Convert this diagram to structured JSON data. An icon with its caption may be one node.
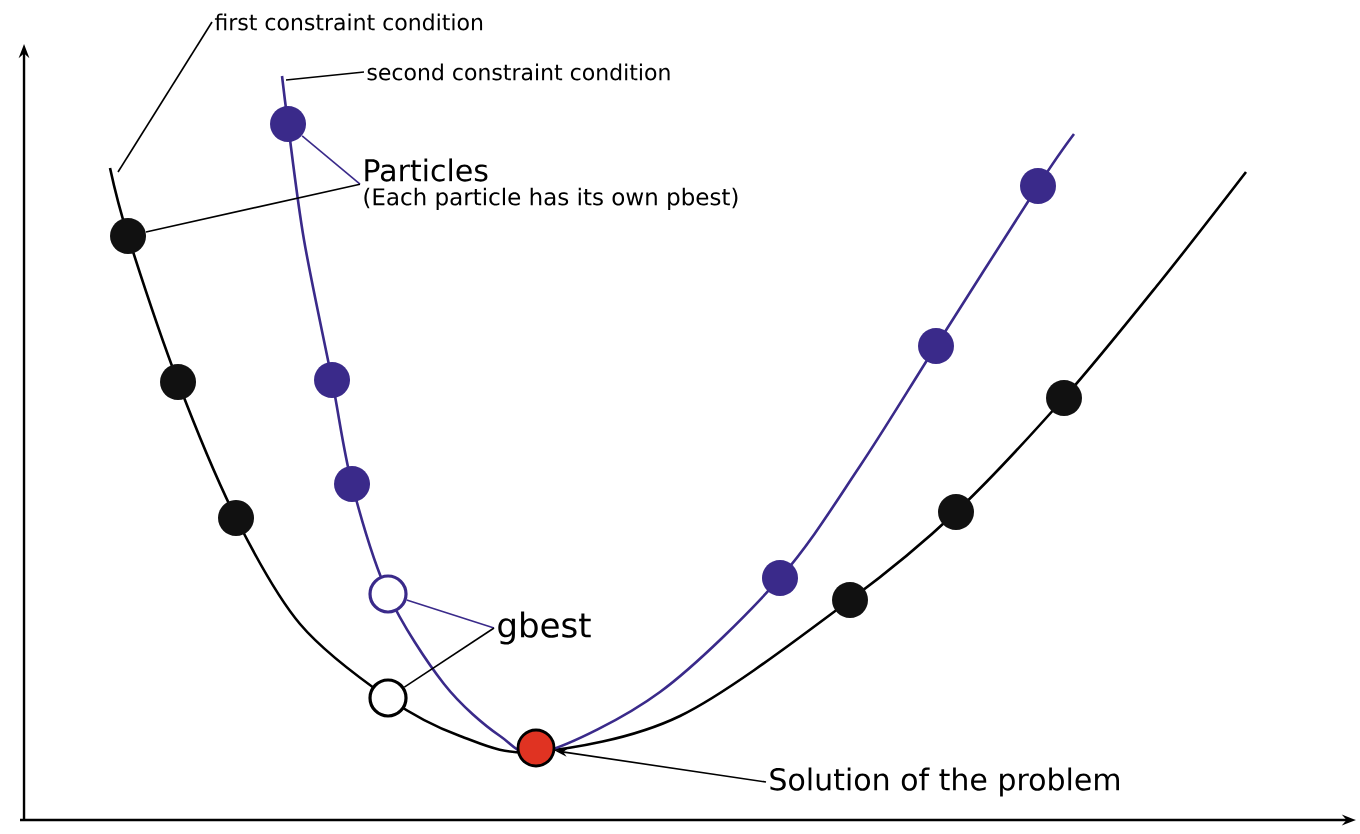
{
  "diagram": {
    "nodes": [
      {
        "text": [
          "first constraint condition"
        ]
      },
      {
        "text": [
          "second constraint condition"
        ]
      },
      {
        "text": [
          "Particles",
          "(Each particle has its own pbest)"
        ]
      },
      {
        "text": [
          "gbest"
        ]
      },
      {
        "text": [
          "Solution of the problem"
        ]
      },
      {
        "text": [],
        "shape": "circle"
      },
      {
        "text": [],
        "shape": "circle"
      },
      {
        "text": [],
        "shape": "circle"
      },
      {
        "text": [],
        "shape": "circle"
      },
      {
        "text": [],
        "shape": "circle"
      },
      {
        "text": [],
        "shape": "circle"
      },
      {
        "text": [],
        "shape": "circle"
      },
      {
        "text": [],
        "shape": "circle"
      },
      {
        "text": [],
        "shape": "circle"
      },
      {
        "text": [],
        "shape": "circle"
      },
      {
        "text": [],
        "shape": "circle"
      },
      {
        "text": [],
        "shape": "circle"
      },
      {
        "text": [],
        "shape": "circle"
      },
      {
        "text": [],
        "shape": "circle"
      },
      {
        "text": [],
        "shape": "circle"
      }
    ],
    "edges": [
      {
        "from": 0,
        "to": null,
        "arrow": "none"
      },
      {
        "from": 1,
        "to": null,
        "arrow": "none"
      },
      {
        "from": 2,
        "to": 8,
        "arrow": "none",
        "color": "#3a2a8a"
      },
      {
        "from": 2,
        "to": 5,
        "arrow": "none"
      },
      {
        "from": 3,
        "to": 11,
        "arrow": "none",
        "color": "#3a2a8a"
      },
      {
        "from": 3,
        "to": 12,
        "arrow": "none"
      },
      {
        "from": 4,
        "to": 13,
        "arrow": "to"
      }
    ]
  }
}
